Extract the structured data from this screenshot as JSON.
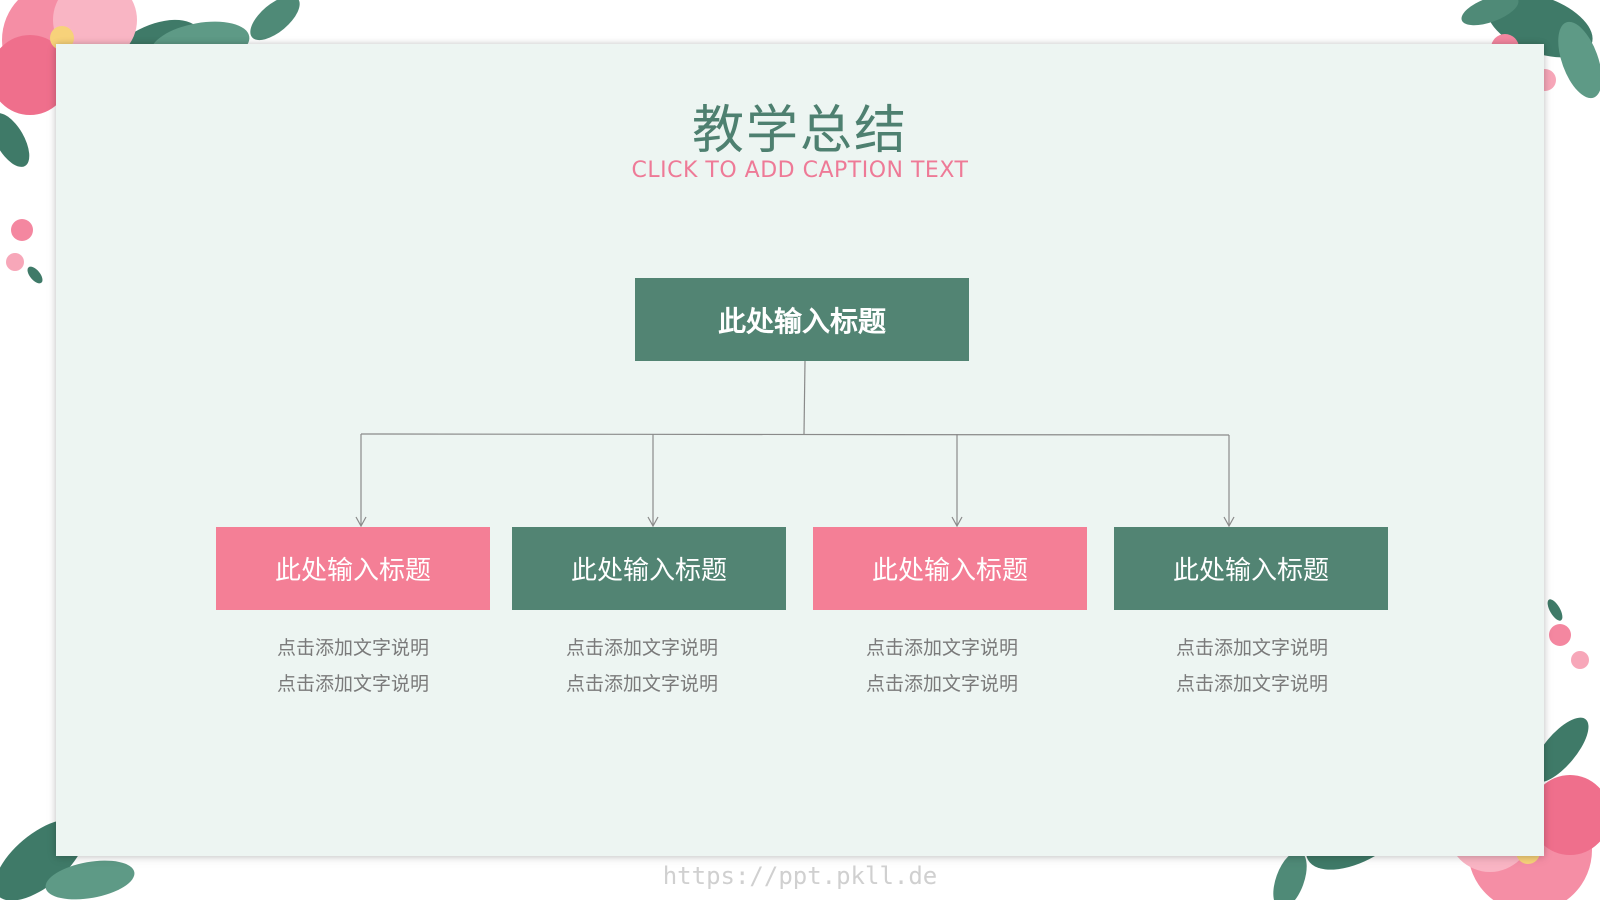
{
  "slide": {
    "title": "教学总结",
    "caption": "CLICK TO ADD CAPTION TEXT",
    "watermark": "https://ppt.pkll.de"
  },
  "diagram": {
    "root": {
      "label": "此处输入标题",
      "color": "green"
    },
    "children": [
      {
        "label": "此处输入标题",
        "color": "pink",
        "lines": [
          "点击添加文字说明",
          "点击添加文字说明"
        ]
      },
      {
        "label": "此处输入标题",
        "color": "green",
        "lines": [
          "点击添加文字说明",
          "点击添加文字说明"
        ]
      },
      {
        "label": "此处输入标题",
        "color": "pink",
        "lines": [
          "点击添加文字说明",
          "点击添加文字说明"
        ]
      },
      {
        "label": "此处输入标题",
        "color": "green",
        "lines": [
          "点击添加文字说明",
          "点击添加文字说明"
        ]
      }
    ]
  },
  "colors": {
    "green": "#528473",
    "pink": "#f47f96",
    "background": "#edf5f2",
    "title": "#4e8070",
    "caption": "#ee7a97",
    "description": "#7a7a7a"
  },
  "decorations": [
    "hibiscus-flower-top-left",
    "leaves-top-right",
    "leaves-bottom-left",
    "hibiscus-flower-bottom-right"
  ]
}
